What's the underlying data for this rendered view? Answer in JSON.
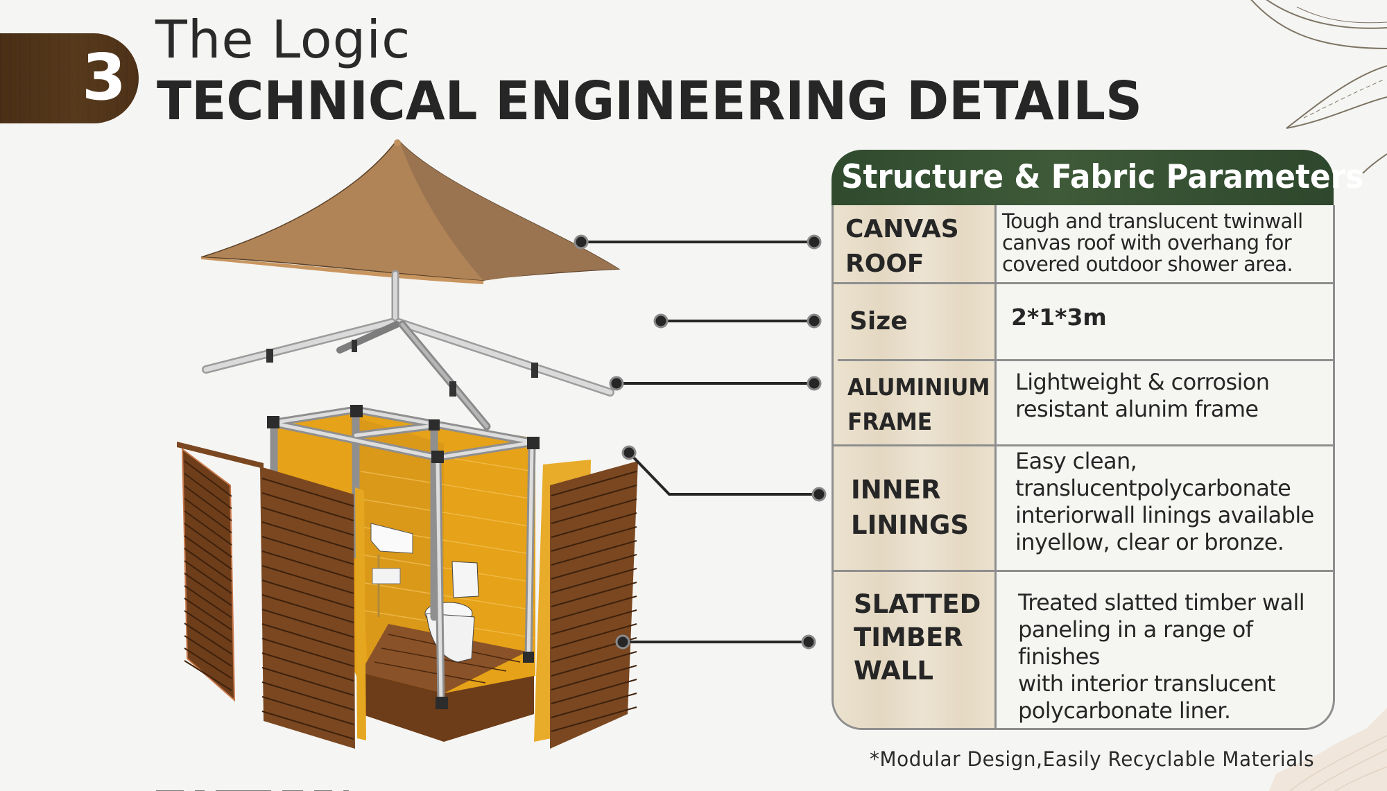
{
  "header": {
    "section_number": "3",
    "subtitle": "The Logic",
    "title": "TECHNICAL ENGINEERING DETAILS"
  },
  "panel": {
    "title": "Structure & Fabric Parameters",
    "rows": [
      {
        "label_lines": [
          "CANVAS",
          "ROOF"
        ],
        "value_lines": [
          "Tough and translucent twinwall",
          "canvas roof with overhang for",
          "covered outdoor shower area."
        ]
      },
      {
        "label_lines": [
          "Size"
        ],
        "value_lines": [
          "2*1*3m"
        ]
      },
      {
        "label_lines": [
          "ALUMINIUM",
          "FRAME"
        ],
        "value_lines": [
          "Lightweight & corrosion",
          "resistant alunim frame"
        ]
      },
      {
        "label_lines": [
          "INNER",
          "LININGS"
        ],
        "value_lines": [
          "Easy clean,",
          "translucentpolycarbonate",
          "interiorwall linings available",
          "inyellow, clear or bronze."
        ]
      },
      {
        "label_lines": [
          "SLATTED",
          "TIMBER",
          "WALL"
        ],
        "value_lines": [
          "Treated slatted timber wall",
          "paneling in a range of finishes",
          "with interior translucent",
          "polycarbonate liner."
        ]
      }
    ]
  },
  "footnote": "*Modular Design,Easily Recyclable Materials",
  "illustration": {
    "subject": "exploded view of outdoor toilet cabin",
    "parts": [
      "canvas-roof",
      "aluminium-frame-legs",
      "aluminium-frame",
      "inner-linings",
      "slatted-timber-wall",
      "sink",
      "toilet",
      "timber-floor"
    ]
  },
  "colors": {
    "header_green": "#35502f",
    "label_beige": "#e8dcc6",
    "badge_brown": "#4e3218",
    "canvas": "#a8825a",
    "lining_yellow": "#e8a41a",
    "timber": "#7a4720"
  }
}
